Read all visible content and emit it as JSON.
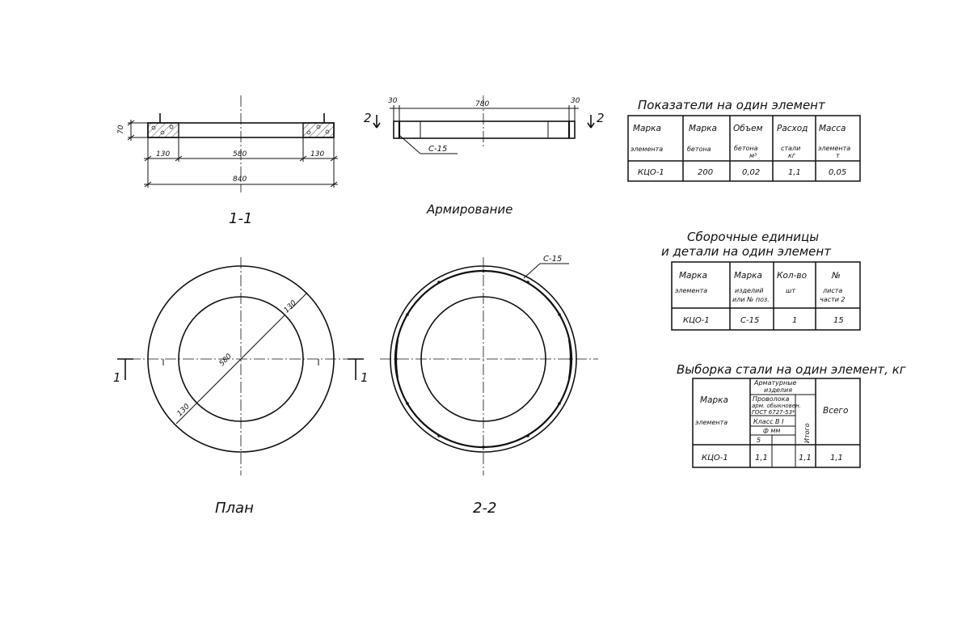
{
  "drawing": {
    "section_1_1": {
      "caption": "1-1",
      "dim_height": "70",
      "dim_left": "130",
      "dim_center": "580",
      "dim_right": "130",
      "dim_total": "840"
    },
    "armirovanie": {
      "caption": "Армирование",
      "dim_left": "30",
      "dim_center": "780",
      "dim_right": "30",
      "mark_left": "2",
      "mark_right": "2",
      "callout": "С-15"
    },
    "plan": {
      "caption": "План",
      "dim_inner_diameter": "580",
      "dim_ring_upper": "130",
      "dim_ring_lower": "130",
      "mark_left": "1",
      "mark_right": "1"
    },
    "section_2_2": {
      "caption": "2-2",
      "callout": "С-15"
    }
  },
  "table_indicators": {
    "title": "Показатели на один элемент",
    "headers": [
      [
        "Марка",
        "элемента"
      ],
      [
        "Марка",
        "бетона"
      ],
      [
        "Объем",
        "бетона",
        "м³"
      ],
      [
        "Расход",
        "стали",
        "кг"
      ],
      [
        "Масса",
        "элемента",
        "т"
      ]
    ],
    "row": [
      "КЦО-1",
      "200",
      "0,02",
      "1,1",
      "0,05"
    ]
  },
  "table_assembly": {
    "title_line1": "Сборочные единицы",
    "title_line2": "и детали на один элемент",
    "headers": [
      [
        "Марка",
        "элемента"
      ],
      [
        "Марка",
        "изделий",
        "или № поз."
      ],
      [
        "Кол-во",
        "шт"
      ],
      [
        "№",
        "листа",
        "части 2"
      ]
    ],
    "row": [
      "КЦО-1",
      "С-15",
      "1",
      "15"
    ]
  },
  "table_steel": {
    "title": "Выборка стали на один элемент, кг",
    "mark_header": [
      "Марка",
      "элемента"
    ],
    "group_header": [
      "Арматурные",
      "изделия"
    ],
    "wire_header": [
      "Проволока",
      "арм. обыкновен.",
      "ГОСТ 6727-53*"
    ],
    "class_header": "Класс В I",
    "phi_header": "ф мм",
    "diameter_value": "5",
    "itogo_header": "Итого",
    "total_header": "Всего",
    "row": [
      "КЦО-1",
      "1,1",
      "",
      "1,1",
      "1,1"
    ]
  }
}
